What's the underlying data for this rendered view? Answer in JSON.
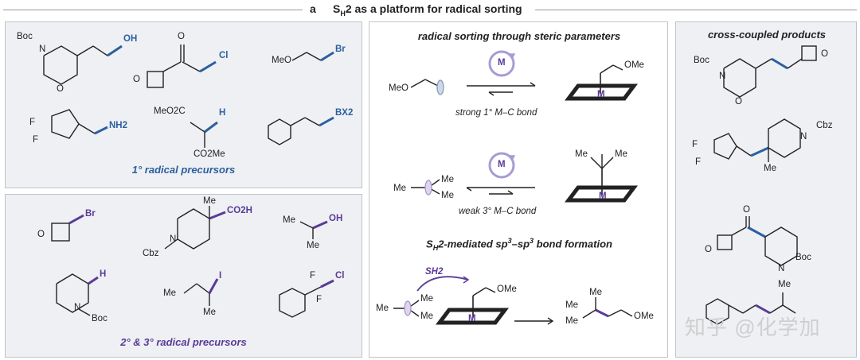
{
  "figure": {
    "panel_letter": "a",
    "title": "SH2 as a platform for radical sorting",
    "title_parts": {
      "pre": "S",
      "sub": "H",
      "post": "2 as a platform for radical sorting"
    }
  },
  "left_top": {
    "caption": "1° radical precursors",
    "labels": {
      "boc": "Boc",
      "n": "N",
      "o": "O",
      "oh": "OH",
      "o2": "O",
      "o3": "O",
      "cl": "Cl",
      "meo": "MeO",
      "br": "Br",
      "f1": "F",
      "f2": "F",
      "nh2": "NH2",
      "meo2c": "MeO2C",
      "h": "H",
      "co2me": "CO2Me",
      "bx2": "BX2"
    }
  },
  "left_bottom": {
    "caption": "2° & 3° radical precursors",
    "labels": {
      "o": "O",
      "br": "Br",
      "me": "Me",
      "co2h": "CO2H",
      "n": "N",
      "cbz": "Cbz",
      "me1": "Me",
      "me2": "Me",
      "oh": "OH",
      "h": "H",
      "n2": "N",
      "boc": "Boc",
      "me3": "Me",
      "me4": "Me",
      "i": "I",
      "f1": "F",
      "f2": "F",
      "cl": "Cl"
    }
  },
  "middle": {
    "heading1": "radical sorting through steric parameters",
    "heading2": "SH2-mediated sp3–sp3 bond formation",
    "heading2_parts": {
      "pre": "S",
      "sub": "H",
      "mid": "2-mediated sp",
      "sup1": "3",
      "dash": "–sp",
      "sup2": "3",
      "post": " bond formation"
    },
    "row1": {
      "meo": "MeO",
      "ome": "OMe",
      "m_cycle": "M",
      "m_complex": "M",
      "bond_label": "strong 1° M–C bond"
    },
    "row2": {
      "me1": "Me",
      "me2": "Me",
      "me3": "Me",
      "me4": "Me",
      "me5": "Me",
      "m_cycle": "M",
      "m_complex": "M",
      "bond_label": "weak 3° M–C bond"
    },
    "row3": {
      "sh2": "SH2",
      "me1": "Me",
      "me2": "Me",
      "me3": "Me",
      "m_complex": "M",
      "ome": "OMe",
      "me4": "Me",
      "me5": "Me",
      "me6": "Me",
      "ome2": "OMe"
    }
  },
  "right": {
    "heading": "cross-coupled products",
    "labels": {
      "boc1": "Boc",
      "n1": "N",
      "o1": "O",
      "o2": "O",
      "f1": "F",
      "f2": "F",
      "n2": "N",
      "cbz": "Cbz",
      "me1": "Me",
      "o3": "O",
      "o4": "O",
      "n3": "N",
      "boc2": "Boc",
      "me2": "Me"
    }
  },
  "watermark": "知乎 @化学加",
  "colors": {
    "blue_bond": "#2c5f9e",
    "purple_bond": "#5a3b96",
    "cycle": "#a99bd2",
    "panel_bg": "#eef0f4"
  }
}
